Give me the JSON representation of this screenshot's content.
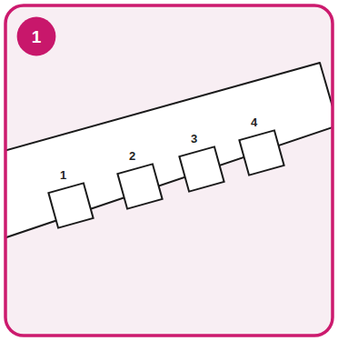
{
  "diagram": {
    "nodes": [
      {
        "text": [
          "1"
        ]
      }
    ],
    "labels": [
      "1",
      "2",
      "3",
      "4"
    ]
  }
}
